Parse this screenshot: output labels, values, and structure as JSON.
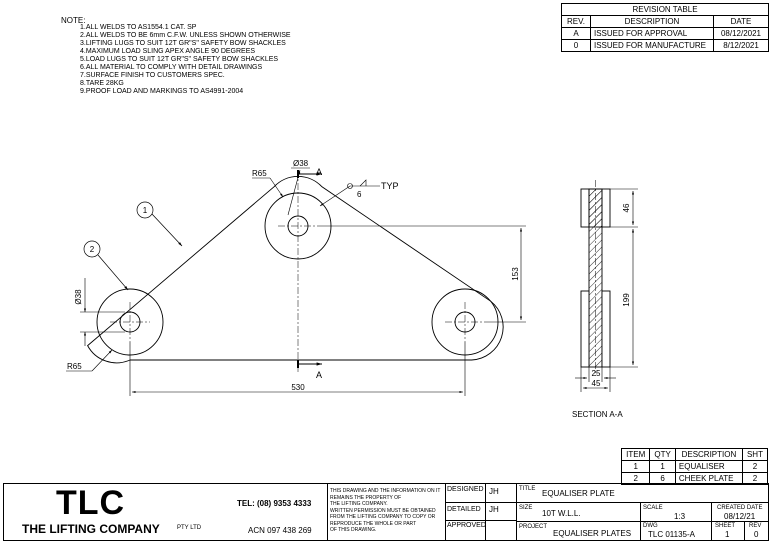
{
  "notes": {
    "heading": "NOTE:",
    "items": [
      "1.ALL WELDS TO AS1554.1 CAT. SP",
      "2.ALL WELDS TO BE 6mm C.F.W. UNLESS SHOWN OTHERWISE",
      "3.LIFTING LUGS TO SUIT 12T GR\"S\" SAFETY BOW SHACKLES",
      "4.MAXIMUM LOAD SLING APEX ANGLE 90 DEGREES",
      "5.LOAD LUGS TO SUIT 12T GR\"S\" SAFETY BOW SHACKLES",
      "6.ALL MATERIAL TO COMPLY WITH DETAIL DRAWINGS",
      "7.SURFACE FINISH TO CUSTOMERS SPEC.",
      "8.TARE 28KG",
      "9.PROOF LOAD AND MARKINGS TO AS4991-2004"
    ]
  },
  "revision_table": {
    "title": "REVISION TABLE",
    "headers": [
      "REV.",
      "DESCRIPTION",
      "DATE"
    ],
    "rows": [
      [
        "A",
        "ISSUED FOR APPROVAL",
        "08/12/2021"
      ],
      [
        "0",
        "ISSUED FOR MANUFACTURE",
        "8/12/2021"
      ]
    ]
  },
  "drawing": {
    "dim_38_top": "Ø38",
    "dim_r65_top": "R65",
    "dim_38_left": "Ø38",
    "dim_r65_left": "R65",
    "dim_530": "530",
    "dim_153": "153",
    "weld_6": "6",
    "weld_typ": "TYP",
    "section_mark_a": "A",
    "balloon_1": "1",
    "balloon_2": "2",
    "dim_46": "46",
    "dim_199": "199",
    "dim_25": "25",
    "dim_45": "45",
    "section_label": "SECTION A-A"
  },
  "bom": {
    "headers": [
      "ITEM",
      "QTY",
      "DESCRIPTION",
      "SHT"
    ],
    "rows": [
      [
        "1",
        "1",
        "EQUALISER",
        "2"
      ],
      [
        "2",
        "6",
        "CHEEK PLATE",
        "2"
      ]
    ]
  },
  "title_block": {
    "logo": "TLC",
    "company": "THE LIFTING COMPANY",
    "pty": "PTY LTD",
    "tel": "TEL: (08) 9353 4333",
    "acn": "ACN 097 438 269",
    "disclaimer": [
      "THIS DRAWING AND THE INFORMATION ON IT",
      "REMAINS THE PROPERTY OF",
      "THE LIFTING COMPANY.",
      "WRITTEN PERMISSION MUST BE OBTAINED",
      "FROM THE LIFTING COMPANY TO COPY OR",
      "REPRODUCE THE WHOLE OR PART",
      "OF THIS DRAWING."
    ],
    "designed_label": "DESIGNED",
    "designed_value": "JH",
    "detailed_label": "DETAILED",
    "detailed_value": "JH",
    "approved_label": "APPROVED",
    "title_label": "TITLE",
    "title_value": "EQUALISER PLATE",
    "size_label": "SIZE",
    "size_value": "10T W.L.L.",
    "scale_label": "SCALE",
    "scale_value": "1:3",
    "created_label": "CREATED DATE",
    "created_value": "08/12/21",
    "project_label": "PROJECT",
    "project_value": "EQUALISER PLATES",
    "dwg_label": "DWG",
    "dwg_value": "TLC 01135-A",
    "sheet_label": "SHEET",
    "sheet_value": "1",
    "rev_label": "REV",
    "rev_value": "0"
  }
}
